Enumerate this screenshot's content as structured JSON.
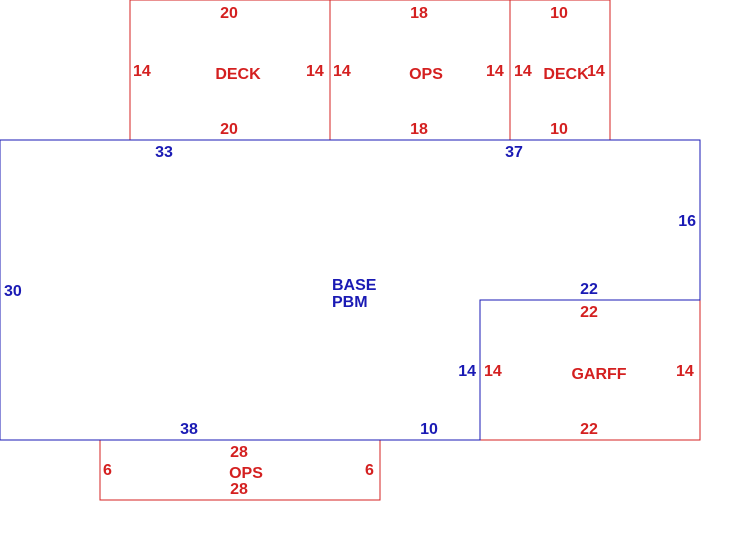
{
  "colors": {
    "base": "#1a1ab4",
    "addition": "#d42020",
    "background": "#ffffff"
  },
  "areas": [
    {
      "id": "deck_1",
      "kind": "addition",
      "name": [
        "DECK"
      ],
      "top": "20",
      "bottom": "20",
      "left": "14",
      "right": "14"
    },
    {
      "id": "ops_top",
      "kind": "addition",
      "name": [
        "OPS"
      ],
      "top": "18",
      "bottom": "18",
      "left": "14",
      "right": "14"
    },
    {
      "id": "deck_2",
      "kind": "addition",
      "name": [
        "DECK"
      ],
      "top": "10",
      "bottom": "10",
      "left": "14",
      "right": "14"
    },
    {
      "id": "garff",
      "kind": "addition",
      "name": [
        "GARFF"
      ],
      "top": "22",
      "bottom": "22",
      "left": "14",
      "right": "14"
    },
    {
      "id": "ops_bottom",
      "kind": "addition",
      "name": [
        "OPS"
      ],
      "top": "28",
      "bottom": "28",
      "left": "6",
      "right": "6"
    }
  ],
  "base": {
    "name": [
      "BASE",
      "PBM"
    ],
    "edges": {
      "top_left": "33",
      "top_right": "37",
      "right_upper": "16",
      "step_top": "22",
      "step_left": "14",
      "bottom_right": "10",
      "bottom_left": "38",
      "left": "30"
    }
  }
}
